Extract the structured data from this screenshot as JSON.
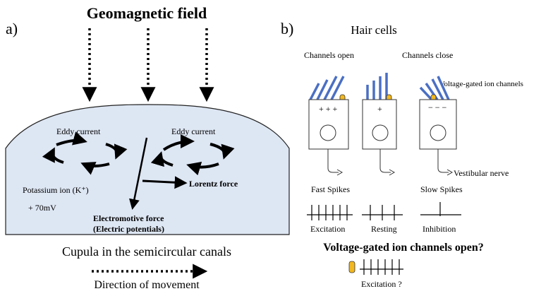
{
  "panel_a": {
    "label": "a)",
    "title": "Geomagnetic field",
    "eddy_left": "Eddy current",
    "eddy_right": "Eddy current",
    "potassium": "Potassium ion (K⁺)",
    "voltage": "+ 70mV",
    "lorentz": "Lorentz force",
    "emf_line1": "Electromotive force",
    "emf_line2": "(Electric potentials)",
    "cupula_caption": "Cupula in the semicircular canals",
    "direction": "Direction of movement"
  },
  "panel_b": {
    "label": "b)",
    "title": "Hair cells",
    "channels_open": "Channels open",
    "channels_close": "Channels close",
    "vg_channels": "Voltage-gated ion channels",
    "cell1_charge": "+ + +",
    "cell2_charge": "+",
    "cell3_charge": "− − −",
    "vestibular": "Vestibular nerve",
    "fast_spikes": "Fast Spikes",
    "slow_spikes": "Slow Spikes",
    "excitation": "Excitation",
    "resting": "Resting",
    "inhibition": "Inhibition",
    "question": "Voltage-gated ion channels open?",
    "excitation_q": "Excitation ?"
  },
  "colors": {
    "dome_fill": "#dde6f3",
    "hair_blue": "#4a6fc4",
    "channel_yellow": "#f2b81f"
  }
}
